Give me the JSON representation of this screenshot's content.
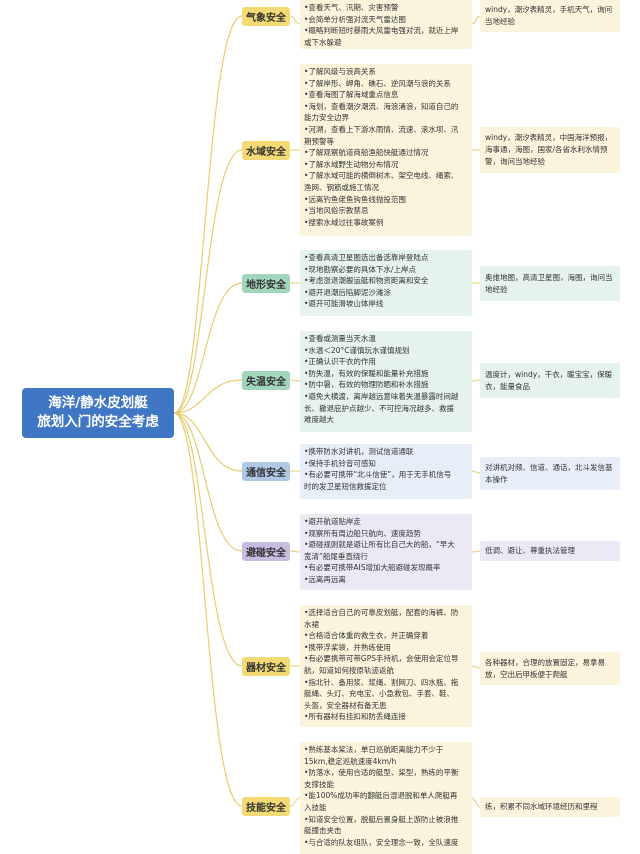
{
  "root": {
    "line1": "海洋/静水皮划艇",
    "line2": "旅划入门的安全考虑"
  },
  "colors": {
    "root": "#3f77c4",
    "connector": "#e7cd70",
    "yellow_label": "#f4da74",
    "yellow_box": "#fbf4dc",
    "green_label": "#a2d6bc",
    "green_box": "#e6f3ec",
    "blue_label": "#afc8e6",
    "blue_box": "#e7eef7",
    "purple_label": "#c6bce0",
    "purple_box": "#ece9f4"
  },
  "branches": [
    {
      "label": "气象安全",
      "details": [
        "•查看天气、汛期、灾害预警",
        "•会简单分析强对流天气雷达图",
        "•概略判断短时暴雨大风雷电强对流，就近上岸",
        "或下水躲避"
      ],
      "note": "windy，潮汐表精灵，手机天气，询问当地经验"
    },
    {
      "label": "水域安全",
      "details": [
        "•了解风级与浪高关系",
        "•了解岸形、岬角、礁石、逆风潮与浪的关系",
        "•查看海图了解海域重点信息",
        "•海划，查看潮汐潮流、海浪涌浪，知道自己的",
        "能力安全边界",
        "•河溯，查看上下游水雨情、流速、滚水坝、汛",
        "期预警等",
        "•了解观察航道商船渔船快艇通过情况",
        "•了解水域野生动物分布情况",
        "•了解水域可能的横倒树木、架空电线、绳索、",
        "渔网、钢筋或施工情况",
        "•远离钓鱼佬鱼钩鱼线抛投范围",
        "•当地风俗宗教禁忌",
        "•搜索水域过往事故案例"
      ],
      "note": "windy，潮汐表精灵，中国海洋预报，海事通，海图，国家/各省水利水情预警，询问当地经验"
    },
    {
      "label": "地形安全",
      "details": [
        "•查看高清卫星图选出备选靠岸登陆点",
        "•现地勘察必要的具体下水/上岸点",
        "•考虑涨退潮搬运艇和物资距离和安全",
        "•避开退潮后陷脚泥沙滩涂",
        "•避开可能滑坡山体岸线"
      ],
      "note": "奥维地图，高清卫星图，海图，询问当地经验"
    },
    {
      "label": "失温安全",
      "details": [
        "•查看或测量当天水温",
        "•水温＜20°C谨慎玩水谨慎规划",
        "•正确认识干衣的作用",
        "•防失温，有效的保暖和能量补充措施",
        "•防中暑，有效的物理防晒和补水措施",
        "•避免大横渡，离岸越远意味着失温暴露时间越",
        "长、撤退庇护点越少、不可控海况越多、救援",
        "难度越大"
      ],
      "note": "温度计，windy，干衣，暖宝宝，保暖衣，能量食品"
    },
    {
      "label": "通信安全",
      "details": [
        "•携带防水对讲机，测试信道通联",
        "•保持手机铃音可感知",
        "•有必要可携带“北斗信使”，用于无手机信号",
        "时的发卫星短信救援定位"
      ],
      "note": "对讲机对频、信道、通话，北斗发信基本操作"
    },
    {
      "label": "避碰安全",
      "details": [
        "•避开航道贴岸走",
        "•观察所有周边船只航向、速度趋势",
        "•避碰规则就是避让所有比自己大的船，“早大",
        "宽清”船尾垂直绕行",
        "•有必要可携带AIS增加大船避碰发现概率",
        "•远离再远离"
      ],
      "note": "低调、避让、尊重执法管理"
    },
    {
      "label": "器材安全",
      "details": [
        "•选择适合自己的可靠皮划艇，配套的海裤、防",
        "水裙",
        "•合格适合体重的救生衣，并正确穿着",
        "•携带浮桨袋，并熟练使用",
        "•有必要携带可带GPS手持机，会使用会定位导",
        "航，知道如何按原轨迹返航",
        "•指北针、备用浆、浆绳、割网刀、四水瓶、拖",
        "艇绳、头灯、充电宝、小急救包、手套、鞋、",
        "头盔，安全器材有备无患",
        "•所有器材有挂扣和防丢绳连接"
      ],
      "note": "各种器材，合理的放置固定，易拿易放，空出后甲板便于爬艇"
    },
    {
      "label": "技能安全",
      "details": [
        "•熟练基本桨法，单日巡航距离能力不少于",
        "15km,稳定巡航速度4km/h",
        "•防落水，使用合适的艇型、桨型，熟练的平衡",
        "支撑技能",
        "•能100%成功率的翻艇后湿退脱和单人爬艇再",
        "入技能",
        "•知道安全位置，脱艇后置身艇上游防止被浪推",
        "艇撞击夹击",
        "•与合适的队友组队，安全理念一致，全队速度"
      ],
      "note": "练，积累不同水域环境经历和里程"
    }
  ]
}
